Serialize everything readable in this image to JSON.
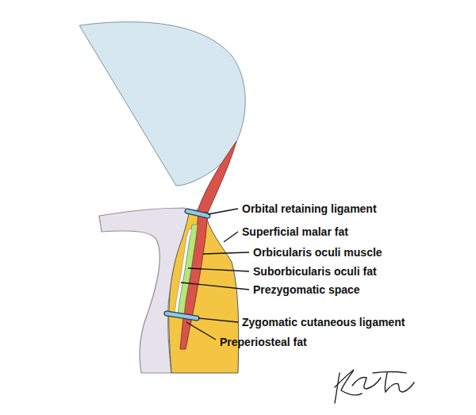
{
  "diagram": {
    "labels": [
      "Orbital retaining ligament",
      "Superficial malar fat",
      "Orbicularis oculi muscle",
      "Suborbicularis oculi fat",
      "Prezygomatic space",
      "Zygomatic cutaneous ligament",
      "Preperiosteal fat"
    ]
  }
}
